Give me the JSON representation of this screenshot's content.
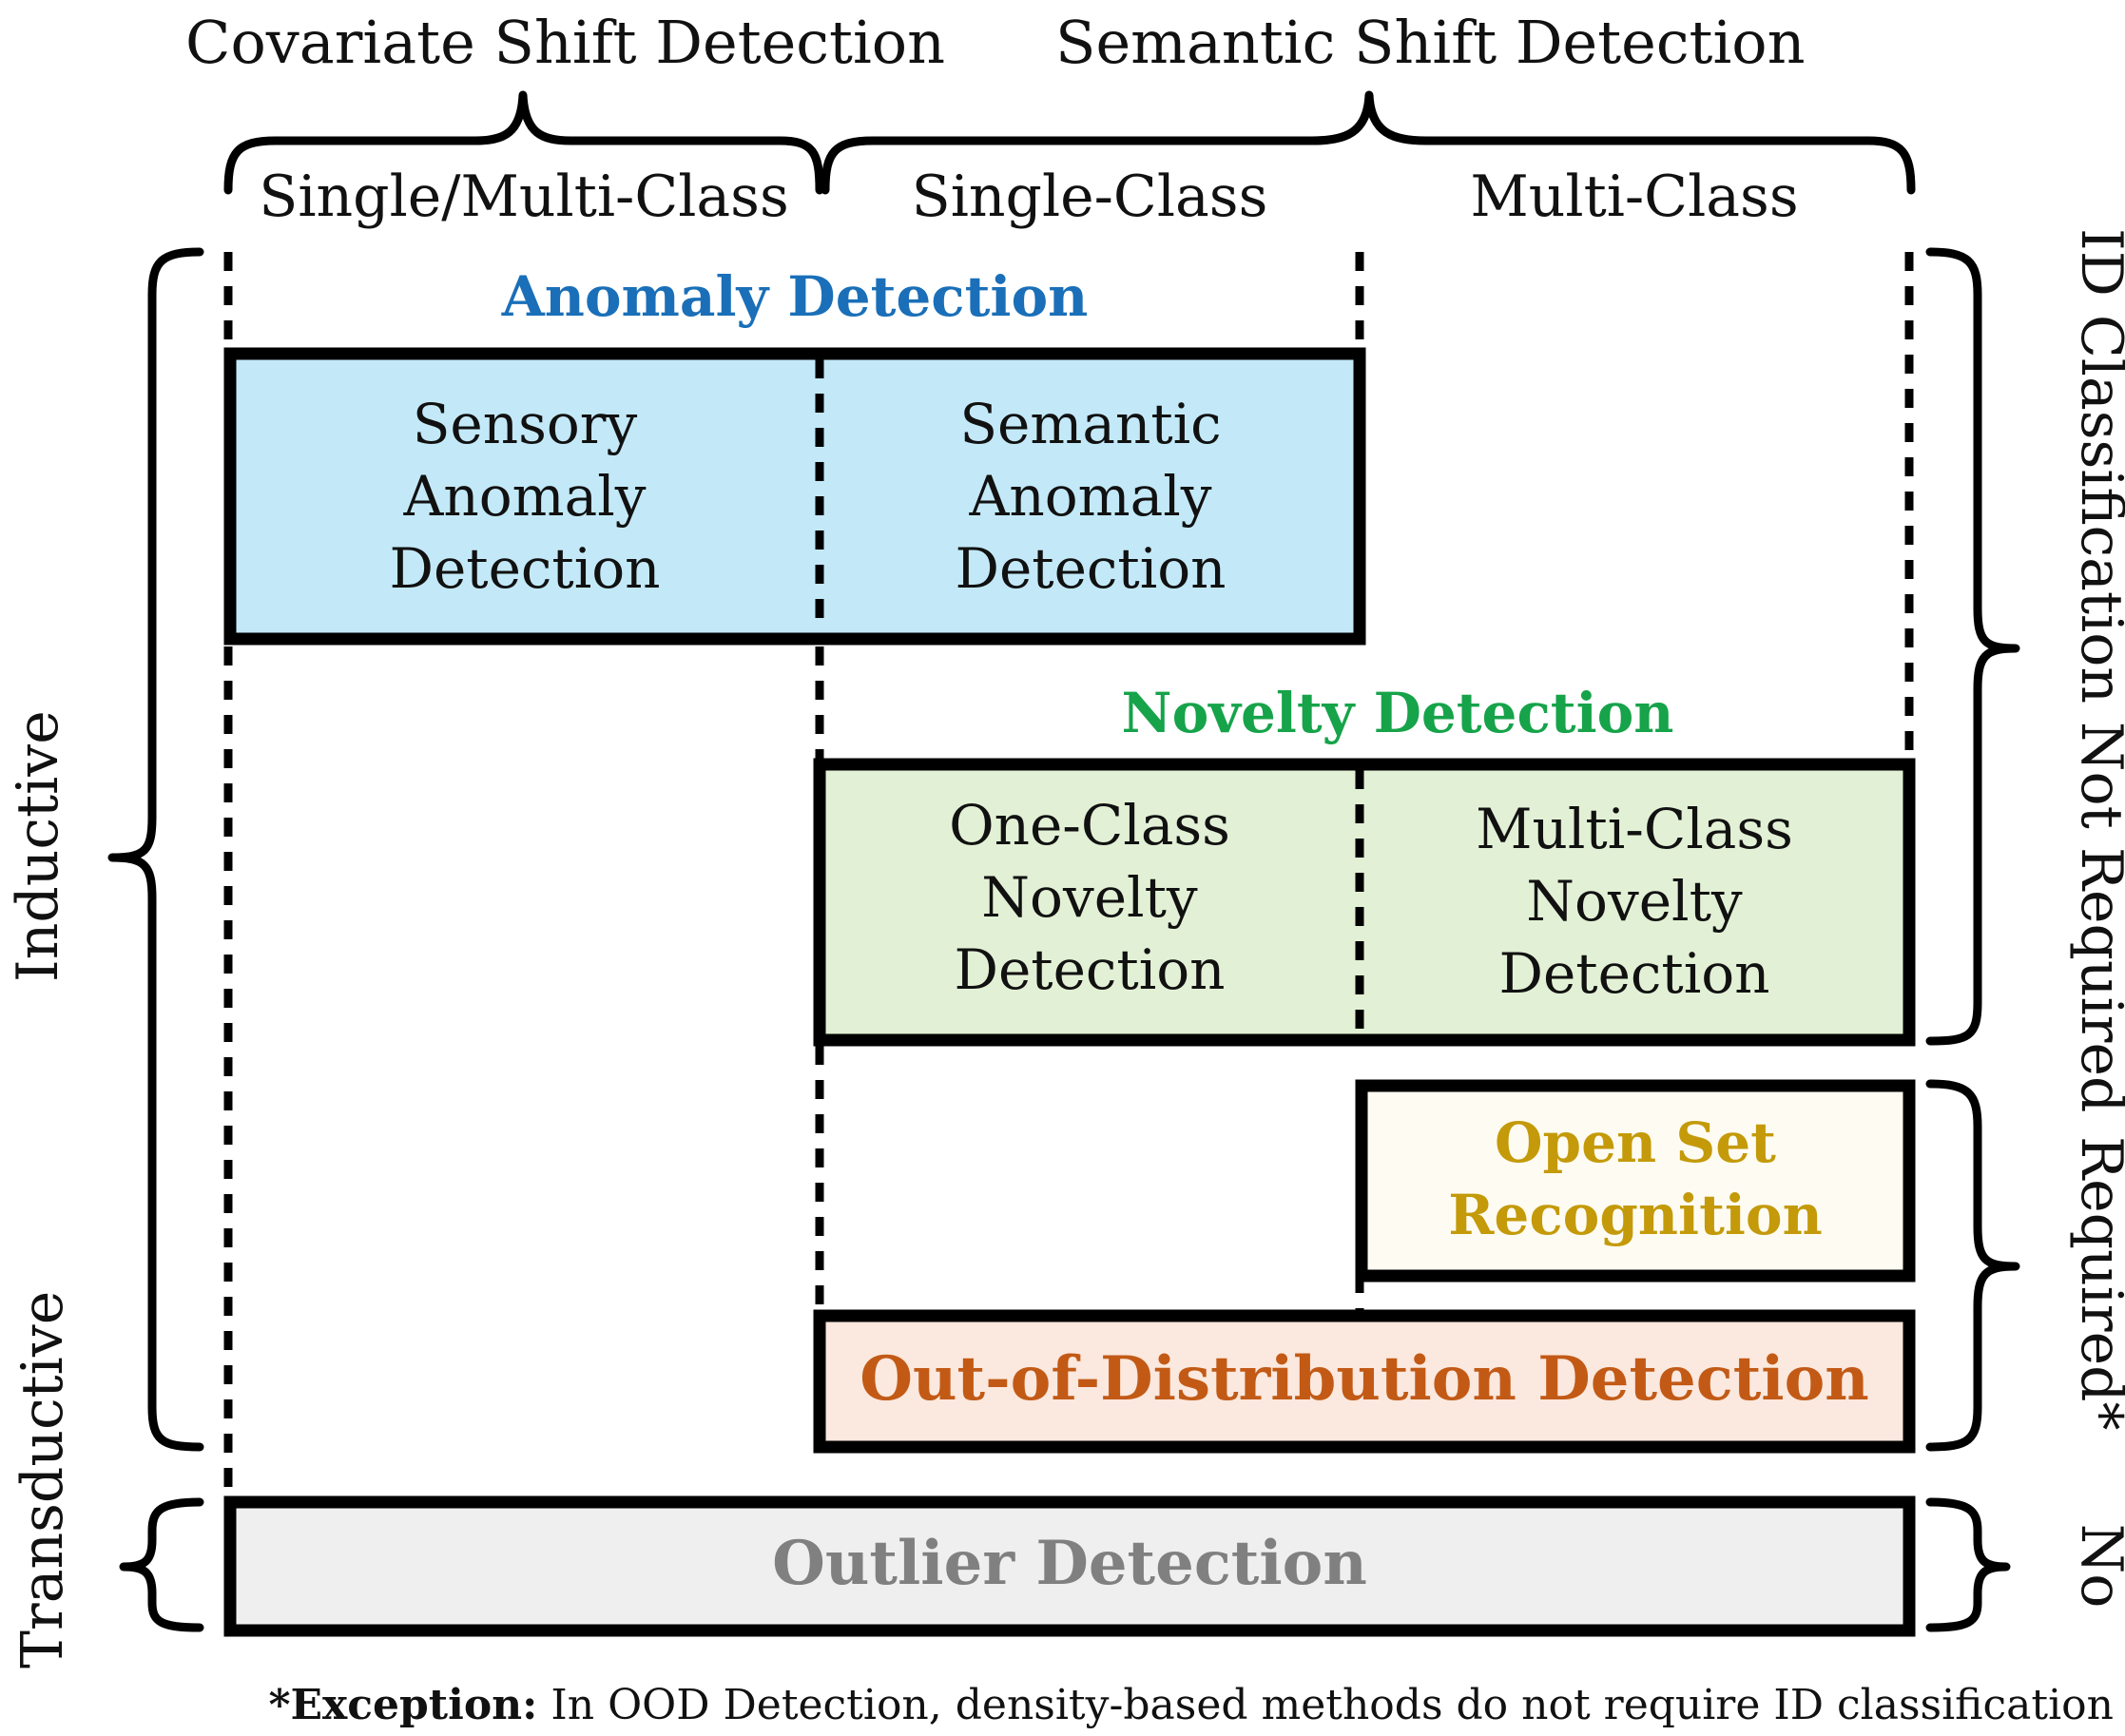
{
  "headers": {
    "covariate": "Covariate Shift Detection",
    "semantic": "Semantic Shift Detection"
  },
  "columns": {
    "single_multi": "Single/Multi-Class",
    "single": "Single-Class",
    "multi": "Multi-Class"
  },
  "side_labels": {
    "inductive": "Inductive",
    "transductive": "Transductive",
    "id_not_required": "ID Classification Not Required",
    "required": "Required*",
    "no": "No"
  },
  "anomaly": {
    "title": "Anomaly Detection",
    "sensory": "Sensory\nAnomaly\nDetection",
    "semantic": "Semantic\nAnomaly\nDetection"
  },
  "novelty": {
    "title": "Novelty Detection",
    "one_class": "One-Class\nNovelty\nDetection",
    "multi_class": "Multi-Class\nNovelty\nDetection"
  },
  "osr": {
    "label": "Open Set\nRecognition"
  },
  "ood": {
    "label": "Out-of-Distribution Detection"
  },
  "outlier": {
    "label": "Outlier Detection"
  },
  "footnote": {
    "bold": "*Exception:",
    "rest": " In OOD Detection, density-based methods do not require ID classification"
  },
  "colors": {
    "anomaly_title": "#1a6fb8",
    "anomaly_fill": "#c3e9f8",
    "novelty_title": "#16a34a",
    "novelty_fill": "#e2f1d5",
    "osr_text": "#c49a0a",
    "osr_fill": "#fefcf2",
    "ood_text": "#c25a16",
    "ood_fill": "#fbe8de",
    "outlier_text": "#808080",
    "outlier_fill": "#efefef"
  }
}
